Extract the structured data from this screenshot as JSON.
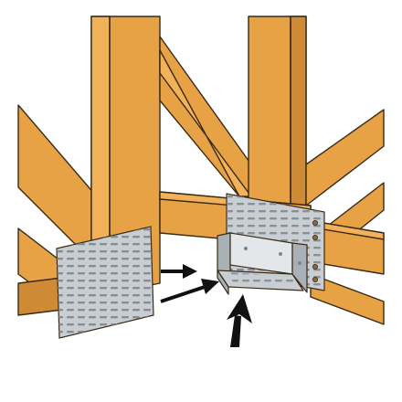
{
  "illustration": {
    "subject": "metal-truss-hanger-connector",
    "colors": {
      "background": "#ffffff",
      "wood": "#e8a246",
      "wood_shade": "#cf8a35",
      "wood_light": "#f2b25a",
      "outline": "#3a2a14",
      "metal": "#c9ced3",
      "metal_shade": "#a9b0b6",
      "metal_light": "#e3e7ea",
      "slot": "#7d858c",
      "arrow": "#111111"
    },
    "arrows": [
      {
        "name": "arrow-right-upper",
        "direction": "right"
      },
      {
        "name": "arrow-right-lower",
        "direction": "up-right"
      },
      {
        "name": "arrow-up",
        "direction": "up"
      }
    ]
  }
}
